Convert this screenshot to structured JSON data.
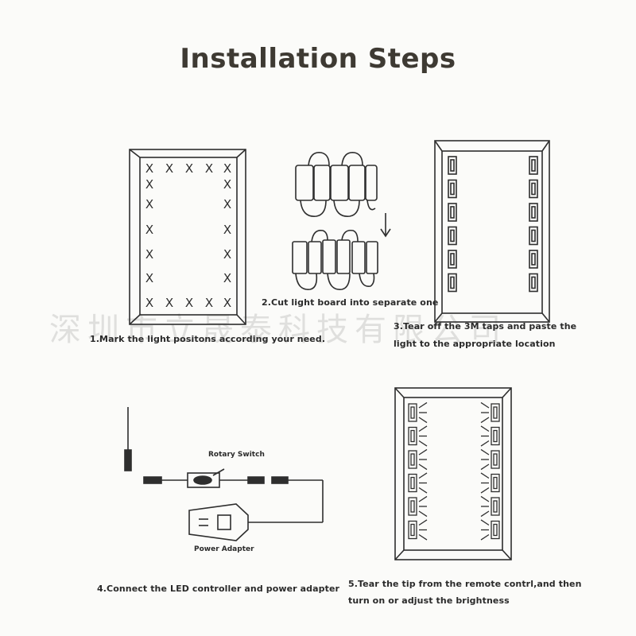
{
  "title": "Installation Steps",
  "steps": {
    "step1": "1.Mark the light positons according your need.",
    "step2": "2.Cut light board into separate one",
    "step3_line1": "3.Tear off the 3M taps and paste the",
    "step3_line2": "light to the appropriate location",
    "step4": "4.Connect the LED controller and power adapter",
    "step5_line1": "5.Tear the tip from the remote contrl,and then",
    "step5_line2": "turn on or adjust the brightness"
  },
  "labels": {
    "rotary_switch": "Rotary Switch",
    "power_adapter": "Power Adapter"
  },
  "watermark": "深圳市立晟泰科技有限公司",
  "mark_symbol": "X",
  "colors": {
    "line": "#2e2e2e",
    "title": "#3e3a33",
    "watermark": "#9a9a9a"
  }
}
